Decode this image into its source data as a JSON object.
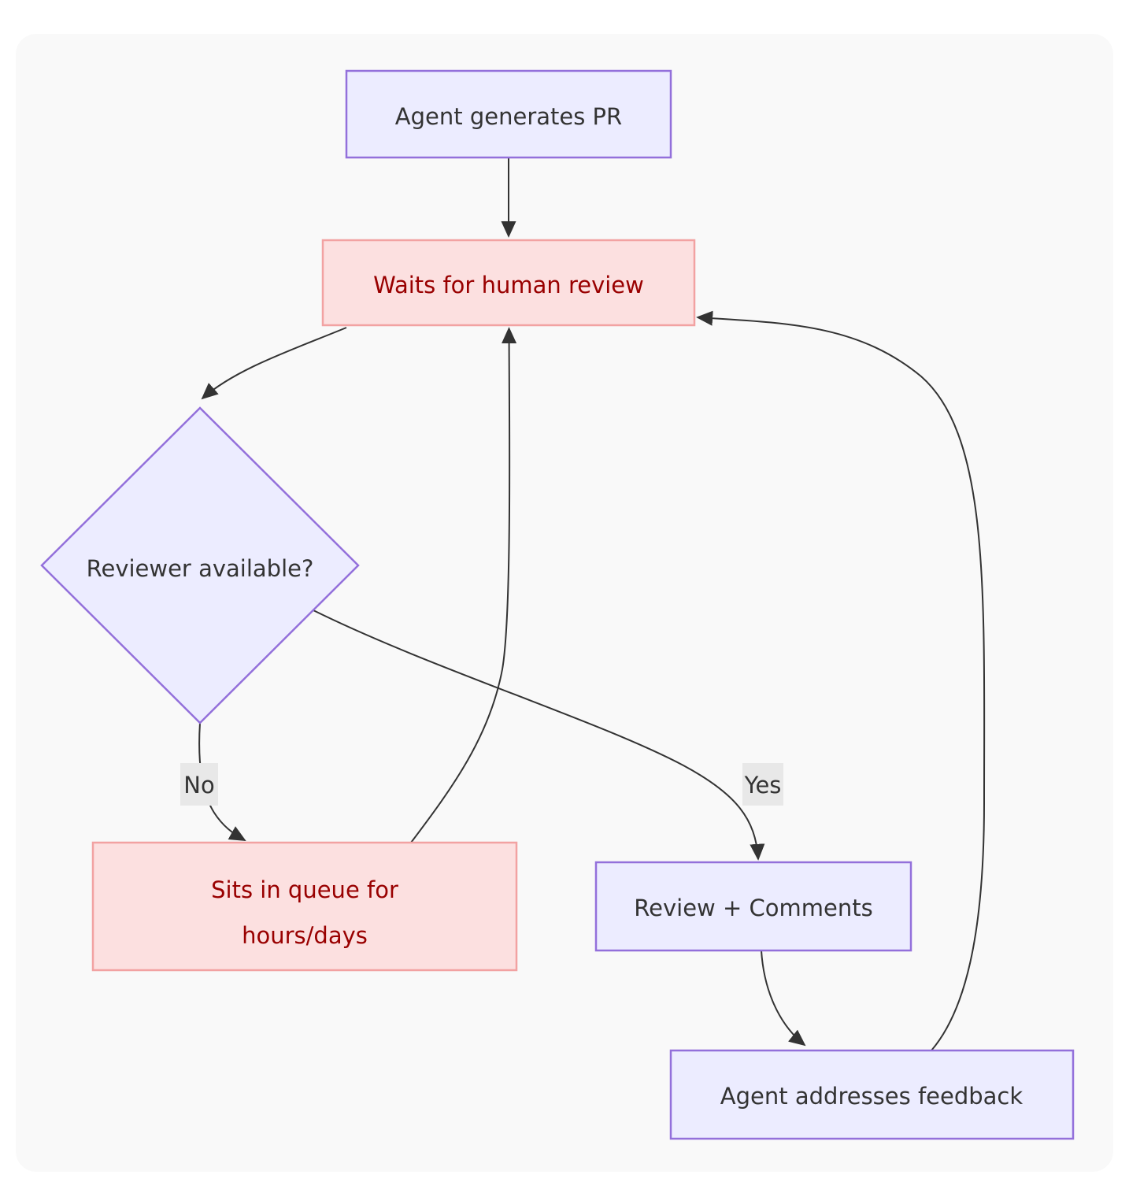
{
  "diagram": {
    "type": "flowchart",
    "direction": "top-down",
    "nodes": {
      "generate": {
        "label": "Agent generates PR",
        "shape": "rect",
        "variant": "lavender"
      },
      "waits": {
        "label": "Waits for human review",
        "shape": "rect",
        "variant": "pink"
      },
      "decision": {
        "label": "Reviewer available?",
        "shape": "diamond",
        "variant": "lavender"
      },
      "queue": {
        "line1": "Sits in queue for",
        "line2": "hours/days",
        "shape": "rect",
        "variant": "pink"
      },
      "review": {
        "label": "Review + Comments",
        "shape": "rect",
        "variant": "lavender"
      },
      "feedback": {
        "label": "Agent addresses feedback",
        "shape": "rect",
        "variant": "lavender"
      }
    },
    "edge_labels": {
      "no": "No",
      "yes": "Yes"
    },
    "edges": [
      {
        "from": "generate",
        "to": "waits",
        "label": ""
      },
      {
        "from": "waits",
        "to": "decision",
        "label": ""
      },
      {
        "from": "decision",
        "to": "queue",
        "label": "No"
      },
      {
        "from": "decision",
        "to": "review",
        "label": "Yes"
      },
      {
        "from": "queue",
        "to": "waits",
        "label": ""
      },
      {
        "from": "review",
        "to": "feedback",
        "label": ""
      },
      {
        "from": "feedback",
        "to": "waits",
        "label": ""
      }
    ]
  },
  "colors": {
    "lavender_fill": "#ECECFF",
    "lavender_stroke": "#9370DB",
    "pink_fill": "#FCE0E0",
    "pink_stroke": "#F2A2A2",
    "pink_text": "#990000",
    "text": "#333333",
    "edge": "#333333",
    "label_bg": "#E8E8E8",
    "panel_bg": "#F9F9F9",
    "page_bg": "#FFFFFF"
  }
}
